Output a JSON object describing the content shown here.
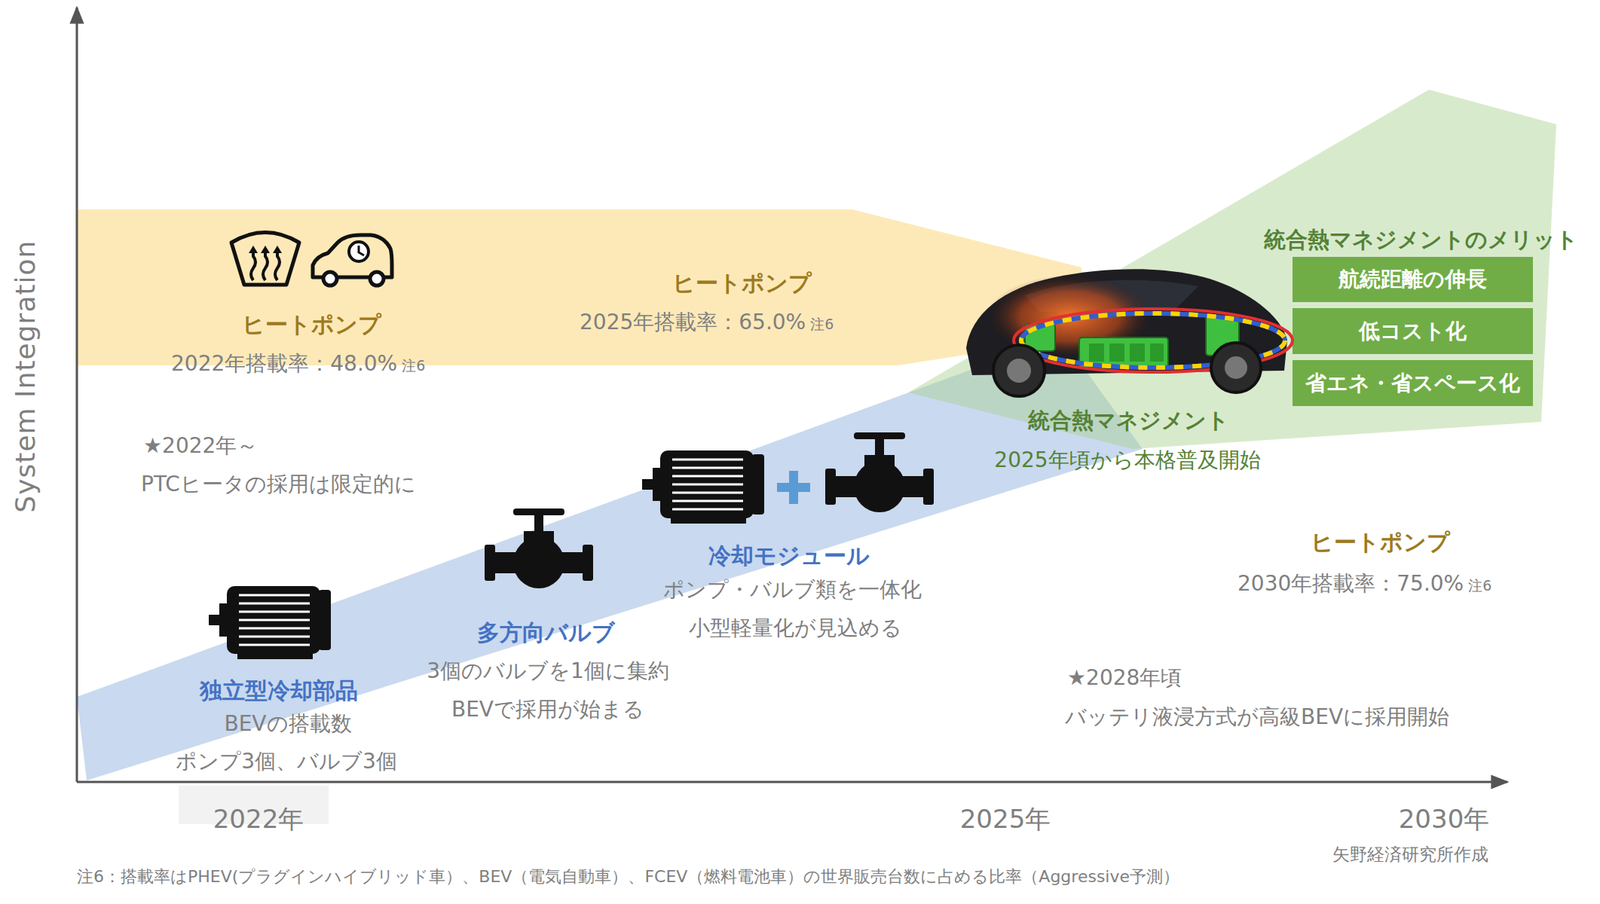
{
  "diagram": {
    "nodes": [
      {
        "text": [
          "ヒートポンプ",
          "2022年搭載率：48.0%",
          "注6",
          "ヒートポンプ",
          "2025年搭載率：65.0%",
          "注6"
        ]
      },
      {
        "text": [
          "独立型冷却部品",
          "BEVの搭載数",
          "ポンプ3個、バルブ3個",
          "多方向バルブ",
          "3個のバルブを1個に集約",
          "BEVで採用が始まる",
          "冷却モジュール",
          "ポンプ・バルブ類を一体化",
          "小型軽量化が見込める"
        ]
      },
      {
        "text": [
          "統合熱マネジメント",
          "2025年頃から本格普及開始",
          "統合熱マネジメントのメリット"
        ]
      },
      {
        "text": [
          "航続距離の伸長"
        ],
        "in": 2
      },
      {
        "text": [
          "低コスト化"
        ],
        "in": 2
      },
      {
        "text": [
          "省エネ・省スペース化"
        ],
        "in": 2
      }
    ],
    "labels": [
      "★2022年～",
      "PTCヒータの採用は限定的に",
      "ヒートポンプ",
      "2030年搭載率：75.0%",
      "注6",
      "★2028年頃",
      "バッテリ液浸方式が高級BEVに採用開始",
      "System Integration",
      "2022年",
      "2025年",
      "2030年",
      "矢野経済研究所作成",
      "注6：搭載率はPHEV(プラグインハイブリッド車）、BEV（電気自動車）、FCEV（燃料電池車）の世界販売台数に占める比率（Aggressive予測）"
    ]
  }
}
